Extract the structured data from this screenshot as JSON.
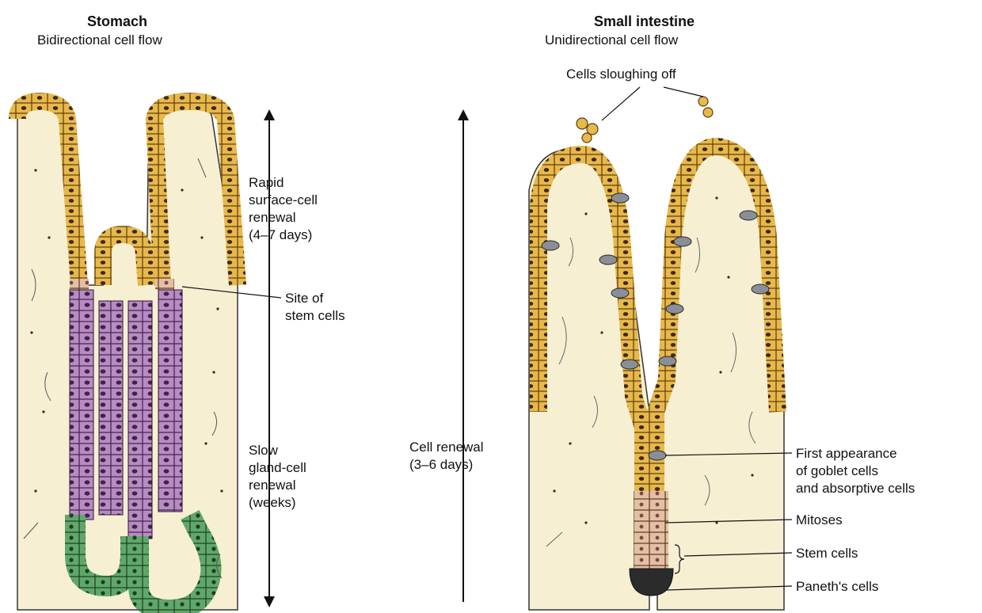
{
  "stomach": {
    "title": "Stomach",
    "subtitle": "Bidirectional cell flow",
    "label_rapid": "Rapid\nsurface-cell\nrenewal\n(4–7 days)",
    "label_stem": "Site of\nstem cells",
    "label_slow": "Slow\ngland-cell\nrenewal\n(weeks)"
  },
  "intestine": {
    "title": "Small intestine",
    "subtitle": "Unidirectional cell flow",
    "label_sloughing": "Cells sloughing off",
    "label_renewal": "Cell renewal\n(3–6 days)",
    "label_first": "First appearance\nof goblet cells\nand absorptive cells",
    "label_mitoses": "Mitoses",
    "label_stemcells": "Stem cells",
    "label_paneth": "Paneth's cells"
  },
  "colors": {
    "tissue": "#f6efd2",
    "surface_cell": "#e8b84a",
    "gland_cell": "#b98bc4",
    "base_cell": "#5fa86a",
    "goblet": "#8a8f97",
    "stem_cell": "#e4bfa8",
    "nucleus": "#3a2a1a"
  }
}
